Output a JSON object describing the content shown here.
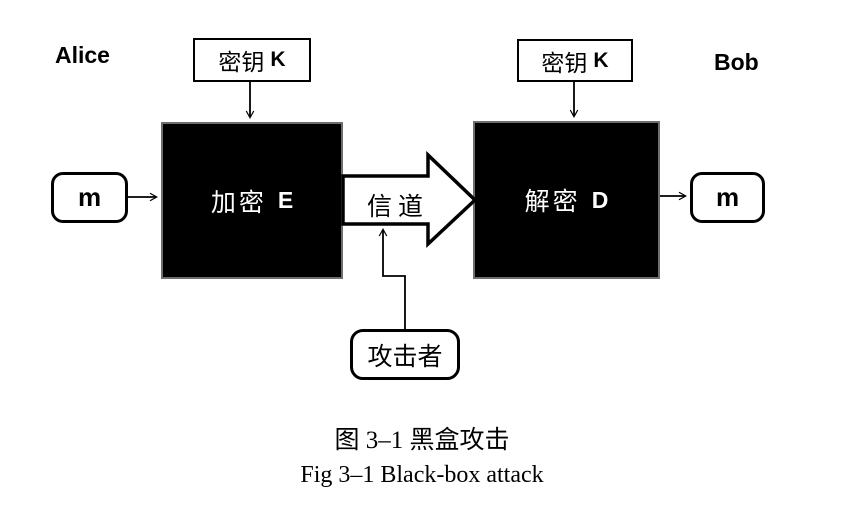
{
  "diagram": {
    "alice_label": "Alice",
    "bob_label": "Bob",
    "key_left": {
      "zh": "密钥",
      "k": "K"
    },
    "key_right": {
      "zh": "密钥",
      "k": "K"
    },
    "encrypt": {
      "zh": "加密",
      "letter": "E"
    },
    "decrypt": {
      "zh": "解密",
      "letter": "D"
    },
    "message_left": "m",
    "message_right": "m",
    "channel_label": "信道",
    "attacker_label": "攻击者"
  },
  "caption": {
    "zh": "图 3–1 黑盒攻击",
    "en": "Fig 3–1 Black-box attack"
  },
  "colors": {
    "ink": "#000000",
    "process_box_fill": "#000000",
    "process_box_text": "#ffffff",
    "background": "#ffffff"
  }
}
